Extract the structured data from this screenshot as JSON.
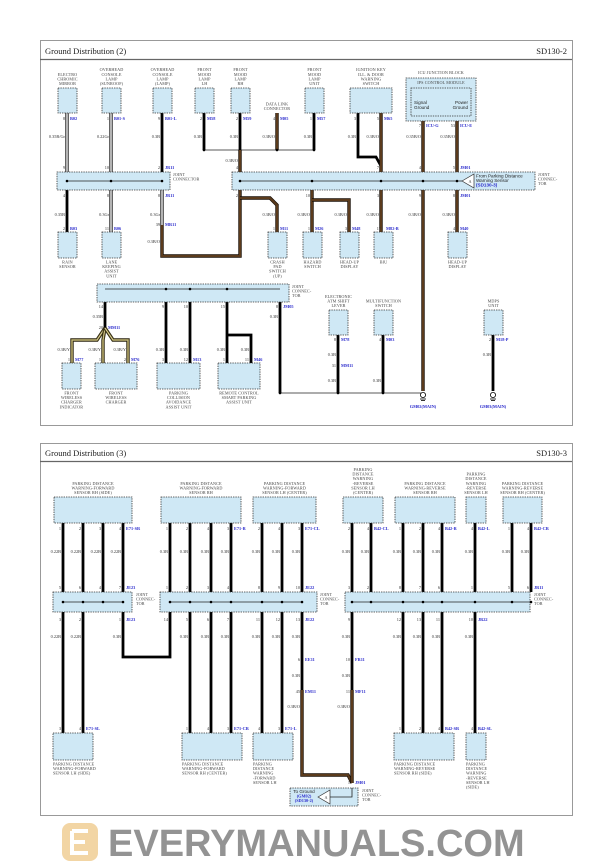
{
  "watermark": "EVERYMANUALS.COM",
  "p1": {
    "title": "Ground Distribution (2)",
    "code": "SD130-2",
    "components": [
      {
        "label": [
          "ELECTRO",
          "CHROMIC",
          "MIRROR"
        ]
      },
      {
        "label": [
          "OVERHEAD",
          "CONSOLE",
          "LAMP",
          "(SUNROOF)"
        ]
      },
      {
        "label": [
          "OVERHEAD",
          "CONSOLE",
          "LAMP",
          "(LAMP)"
        ]
      },
      {
        "label": [
          "FRONT",
          "MOOD",
          "LAMP",
          "LH"
        ]
      },
      {
        "label": [
          "FRONT",
          "MOOD",
          "LAMP",
          "RH"
        ]
      },
      {
        "label": [
          "DATA LINK",
          "CONNECTOR"
        ]
      },
      {
        "label": [
          "FRONT",
          "MOOD",
          "LAMP",
          "UNIT"
        ]
      },
      {
        "label": [
          "IGNITION KEY",
          "ILL. & DOOR",
          "WARNING",
          "SWITCH"
        ]
      },
      {
        "label": [
          "RAIN",
          "SENSOR"
        ]
      },
      {
        "label": [
          "LANE",
          "KEEPING",
          "ASSIST",
          "UNIT"
        ]
      },
      {
        "label": [
          "CRASH",
          "PAD",
          "SWITCH",
          "(UP)"
        ]
      },
      {
        "label": [
          "HAZARD",
          "SWITCH"
        ]
      },
      {
        "label": [
          "HEAD-UP",
          "DISPLAY"
        ]
      },
      {
        "label": [
          "BIU"
        ]
      },
      {
        "label": [
          "HEAD-UP",
          "DISPLAY"
        ]
      },
      {
        "label": [
          "FRONT",
          "WIRELESS",
          "CHARGER",
          "INDICATOR"
        ]
      },
      {
        "label": [
          "FRONT",
          "WIRELESS",
          "CHARGER"
        ]
      },
      {
        "label": [
          "PARKING",
          "COLLISION",
          "AVOIDANCE",
          "ASSIST UNIT"
        ]
      },
      {
        "label": [
          "REMOTE CONTROL",
          "SMART PARKING",
          "ASSIST UNIT"
        ]
      },
      {
        "label": [
          "ELECTRONIC",
          "ATM SHIFT",
          "LEVER"
        ]
      },
      {
        "label": [
          "MULTIFUNCTION",
          "SWITCH"
        ]
      },
      {
        "label": [
          "MDPS",
          "UNIT"
        ]
      }
    ],
    "icu": {
      "block": "ICU JUNCTION BLOCK",
      "module": "IPS CONTROL MODULE",
      "signal": [
        "Signal",
        "Ground"
      ],
      "power": [
        "Power",
        "Ground"
      ]
    },
    "joints": [
      {
        "label": [
          "JOINT",
          "CONNECTOR"
        ]
      },
      {
        "label": [
          "JOINT",
          "CONNEC-",
          "TOR"
        ]
      },
      {
        "label": [
          "JOINT",
          "CONNEC-",
          "TOR"
        ]
      }
    ],
    "from_arrow": {
      "letter": "A",
      "text": [
        "From Parking Distance",
        "Warning Sensor",
        "(SD130-3)"
      ]
    },
    "pins": [
      {
        "n": "8",
        "c": "B02"
      },
      {
        "n": "1",
        "c": "B01-S"
      },
      {
        "n": "9",
        "c": "B01-L"
      },
      {
        "n": "2",
        "c": "M58"
      },
      {
        "n": "2",
        "c": "M59"
      },
      {
        "n": "4",
        "c": "M05"
      },
      {
        "n": "1",
        "c": "M57"
      },
      {
        "n": "3"
      },
      {
        "n": "5",
        "c": "M65"
      },
      {
        "n": "7",
        "c": "ICU-G"
      },
      {
        "n": "53",
        "c": "ICU-E"
      },
      {
        "n": "9"
      },
      {
        "n": "10"
      },
      {
        "n": "2",
        "c": "JR11"
      },
      {
        "n": "4"
      },
      {
        "n": "8"
      },
      {
        "n": "8",
        "c": "JR11"
      },
      {
        "n": "4"
      },
      {
        "n": "7"
      },
      {
        "n": "4"
      },
      {
        "n": "5",
        "c": "JM01"
      },
      {
        "n": "2"
      },
      {
        "n": "10"
      },
      {
        "n": "3"
      },
      {
        "n": "9"
      },
      {
        "n": "8",
        "c": "JM01"
      },
      {
        "n": "2",
        "c": "B03"
      },
      {
        "n": "11",
        "c": "B06"
      },
      {
        "n": "39",
        "c": "MR11"
      },
      {
        "n": "1",
        "c": "M11"
      },
      {
        "n": "1",
        "c": "M26"
      },
      {
        "n": "3",
        "c": "M48"
      },
      {
        "n": "17",
        "c": "M82-B"
      },
      {
        "n": "4",
        "c": "M40"
      },
      {
        "n": "14"
      },
      {
        "n": "9"
      },
      {
        "n": "10"
      },
      {
        "n": "15"
      },
      {
        "n": "8",
        "c": "JM05"
      },
      {
        "n": "20",
        "c": "MM11"
      },
      {
        "n": "1",
        "c": "M77"
      },
      {
        "n": "1"
      },
      {
        "n": "2",
        "c": "M76"
      },
      {
        "n": "3"
      },
      {
        "n": "12",
        "c": "M13"
      },
      {
        "n": "1"
      },
      {
        "n": "11",
        "c": "M46"
      },
      {
        "n": "8",
        "c": "M78"
      },
      {
        "n": "31",
        "c": "MM11"
      },
      {
        "n": "4",
        "c": "M03"
      },
      {
        "n": "2",
        "c": "M18-P"
      }
    ],
    "wire_labels": [
      "0.35B/Gr",
      "0.22Gr",
      "0.3B",
      "0.3B",
      "0.3B",
      "0.3B/O",
      "0.3B",
      "0.3B",
      "0.3B/O",
      "0.35B/O",
      "0.35B/O",
      "0.3B/O",
      "0.35B",
      "0.3Gr",
      "0.3Gr",
      "0.3B/O",
      "0.3B/O",
      "0.3B/O",
      "0.3B/O",
      "0.3B/O",
      "0.3B/O",
      "0.3B/O",
      "0.35B",
      "0.3B/Y",
      "0.3B/Y",
      "0.3B/Y",
      "0.3B",
      "0.3B",
      "0.3B",
      "0.3B",
      "0.3B",
      "0.3B",
      "0.3B",
      "0.3B",
      "0.3B"
    ],
    "grounds": [
      "GM02(MAIN)",
      "GM03(MAIN)"
    ]
  },
  "p2": {
    "title": "Ground Distribution (3)",
    "code": "SD130-3",
    "components": [
      {
        "label": [
          "PARKING DISTANCE",
          "WARNING-FORWARD",
          "SENSOR RH (SIDE)"
        ]
      },
      {
        "label": [
          "PARKING DISTANCE",
          "WARNING-FORWARD",
          "SENSOR RH"
        ]
      },
      {
        "label": [
          "PARKING DISTANCE",
          "WARNING-FORWARD",
          "SENSOR LH (CENTER)"
        ]
      },
      {
        "label": [
          "PARKING",
          "DISTANCE",
          "WARNING",
          "-REVERSE",
          "SENSOR LH",
          "(CENTER)"
        ]
      },
      {
        "label": [
          "PARKING DISTANCE",
          "WARNING-REVERSE",
          "SENSOR RH"
        ]
      },
      {
        "label": [
          "PARKING",
          "DISTANCE",
          "WARNING",
          "-REVERSE",
          "SENSOR LH"
        ]
      },
      {
        "label": [
          "PARKING DISTANCE",
          "WARNING-REVERSE",
          "SENSOR RH (CENTER)"
        ]
      },
      {
        "label": [
          "PARKING DISTANCE",
          "WARNING-FORWARD",
          "SENSOR LH (SIDE)"
        ]
      },
      {
        "label": [
          "PARKING DISTANCE",
          "WARNING-FORWARD",
          "SENSOR RH (CENTER)"
        ]
      },
      {
        "label": [
          "PARKING",
          "DISTANCE",
          "WARNING",
          "-FORWARD",
          "SENSOR LH"
        ]
      },
      {
        "label": [
          "PARKING DISTANCE",
          "WARNING-REVERSE",
          "SENSOR RH (SIDE)"
        ]
      },
      {
        "label": [
          "PARKING",
          "DISTANCE",
          "WARNING",
          "-REVERSE",
          "SENSOR LH",
          "(SIDE)"
        ]
      }
    ],
    "joints": [
      {
        "label": [
          "JOINT",
          "CONNEC-",
          "TOR"
        ]
      },
      {
        "label": [
          "JOINT",
          "CONNEC-",
          "TOR"
        ]
      },
      {
        "label": [
          "JOINT",
          "CONNEC-",
          "TOR"
        ]
      },
      {
        "label": [
          "JOINT",
          "CONNEC-",
          "TOR"
        ]
      }
    ],
    "to_ground": {
      "letter": "A",
      "text": [
        "To Ground",
        "(GM02)",
        "(SD130-2)"
      ]
    },
    "pins": [
      {
        "n": "1"
      },
      {
        "n": "2"
      },
      {
        "n": "3"
      },
      {
        "n": "4",
        "c": "E71-SR"
      },
      {
        "n": "1"
      },
      {
        "n": "2"
      },
      {
        "n": "4"
      },
      {
        "n": "3",
        "c": "E71-R"
      },
      {
        "n": "2"
      },
      {
        "n": "4"
      },
      {
        "n": "3",
        "c": "E71-CL"
      },
      {
        "n": "2"
      },
      {
        "n": "4",
        "c": "B42-CL"
      },
      {
        "n": "1"
      },
      {
        "n": "2"
      },
      {
        "n": "4",
        "c": "B42-R"
      },
      {
        "n": "4",
        "c": "B42-L"
      },
      {
        "n": "1"
      },
      {
        "n": "4",
        "c": "B42-CR"
      },
      {
        "n": "5"
      },
      {
        "n": "6"
      },
      {
        "n": "4"
      },
      {
        "n": "7",
        "c": "JE23"
      },
      {
        "n": "1"
      },
      {
        "n": "2"
      },
      {
        "n": "3"
      },
      {
        "n": "4"
      },
      {
        "n": "8"
      },
      {
        "n": "9"
      },
      {
        "n": "10",
        "c": "JE22"
      },
      {
        "n": "3"
      },
      {
        "n": "2"
      },
      {
        "n": "8"
      },
      {
        "n": "7"
      },
      {
        "n": "6"
      },
      {
        "n": "1"
      },
      {
        "n": "5"
      },
      {
        "n": "6",
        "c": "JR11"
      },
      {
        "n": "3"
      },
      {
        "n": "2"
      },
      {
        "n": "1",
        "c": "JE23"
      },
      {
        "n": "14"
      },
      {
        "n": "5"
      },
      {
        "n": "6"
      },
      {
        "n": "7"
      },
      {
        "n": "11"
      },
      {
        "n": "12"
      },
      {
        "n": "13",
        "c": "JE22"
      },
      {
        "n": "9"
      },
      {
        "n": "12"
      },
      {
        "n": "13"
      },
      {
        "n": "11"
      },
      {
        "n": "10",
        "c": "JR22"
      },
      {
        "n": "3"
      },
      {
        "n": "4",
        "c": "E71-SL"
      },
      {
        "n": "1"
      },
      {
        "n": "4"
      },
      {
        "n": "3",
        "c": "E71-CR"
      },
      {
        "n": "4"
      },
      {
        "n": "3",
        "c": "E71-L"
      },
      {
        "n": "1"
      },
      {
        "n": "2"
      },
      {
        "n": "4",
        "c": "B42-SR"
      },
      {
        "n": "4",
        "c": "B42-SL"
      },
      {
        "n": "6",
        "c": "EE11"
      },
      {
        "n": "45",
        "c": "EM11"
      },
      {
        "n": "10",
        "c": "FR11"
      },
      {
        "n": "11",
        "c": "MF11"
      },
      {
        "n": "1",
        "c": "JM01"
      }
    ],
    "wire_labels": [
      "0.22B",
      "0.22B",
      "0.22B",
      "0.22B",
      "0.3B",
      "0.3B",
      "0.3B",
      "0.3B",
      "0.3B",
      "0.3B",
      "0.3B",
      "0.3B",
      "0.3B",
      "0.3B",
      "0.3B",
      "0.3B",
      "0.3B",
      "0.3B",
      "0.22B",
      "0.22B",
      "0.3B",
      "0.3B",
      "0.3B",
      "0.3B",
      "0.3B",
      "0.3B",
      "0.3B",
      "0.3B",
      "0.3B",
      "0.3B",
      "0.3B",
      "0.3B",
      "0.3B",
      "0.3B/O",
      "0.3B",
      "0.3B/O"
    ]
  }
}
